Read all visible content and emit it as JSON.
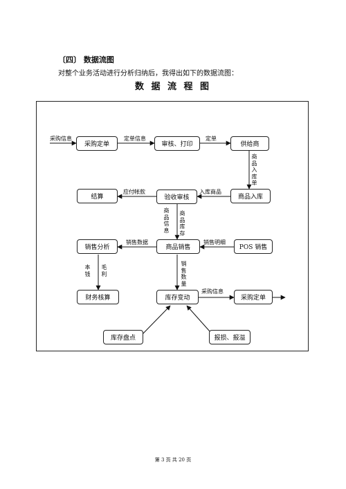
{
  "section_heading": "〔四〕 数据流图",
  "intro": "对整个业务活动进行分析归纳后，我得出如下的数据流图：",
  "title": "数 据 流 程 图",
  "nodes": {
    "caigou_dingdan": "采购定单",
    "shenhe_dayin": "审核、打印",
    "gongjishang": "供给商",
    "shangpin_ruku": "商品入库",
    "yanshou_shenhe": "验收审核",
    "jiesuan": "结算",
    "shangpin_xiaoshou": "商品销售",
    "xiaoshou_fenxi": "销售分析",
    "pos_xiaoshou": "POS 销售",
    "caiwu_hesuan": "财务核算",
    "kucun_biandong": "库存变动",
    "caigou_dingdan_2": "采购定单",
    "kucun_pandian": "库存盘点",
    "baosun_baoyi": "报损、报溢"
  },
  "flows": {
    "caigou_xinxi_in": "采购信息",
    "dingdan_xinxi": "定单信息",
    "dingdan": "定单",
    "shangpin_ruku_dan": "商品入库单",
    "ruku_shangpin": "入库商品",
    "yingfu_zhangkuan": "应付帐款",
    "shangpin_xinxi": "商品信息",
    "shangpin_kucun": "商品库存",
    "xiaoshou_shuju": "销售数据",
    "xiaoshou_mingxi": "销售明细",
    "benqian": "本钱",
    "maoli": "毛利",
    "xiaoshou_shuliang": "销售数量",
    "caigou_xinxi_out": "采购信息"
  },
  "footer": "第 3 页 共 20 页"
}
